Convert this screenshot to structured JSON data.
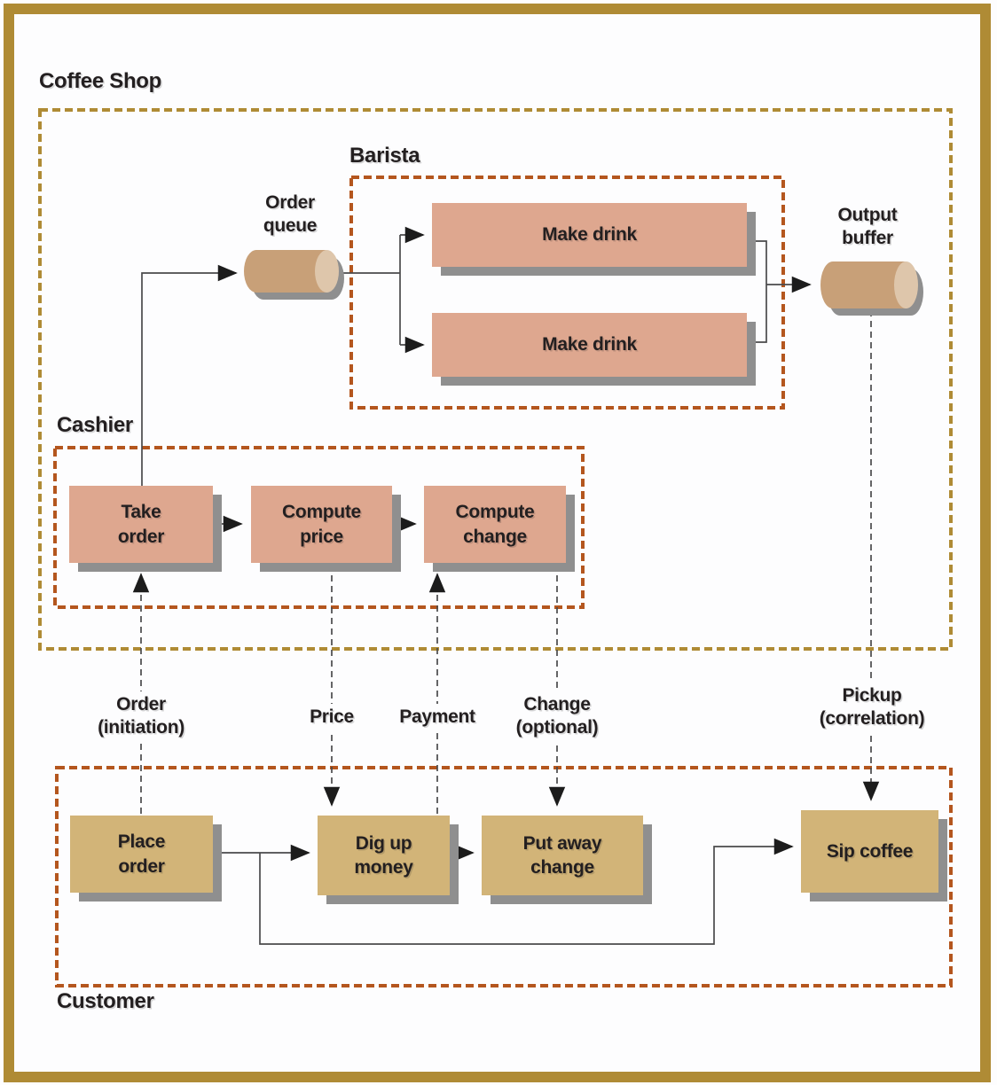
{
  "title": "Coffee Shop",
  "regions": {
    "coffee_shop": "Coffee Shop",
    "barista": "Barista",
    "cashier": "Cashier",
    "customer": "Customer"
  },
  "nodes": {
    "order_queue": "Order\nqueue",
    "output_buffer": "Output\nbuffer",
    "make_drink_1": "Make drink",
    "make_drink_2": "Make drink",
    "take_order": "Take\norder",
    "compute_price": "Compute\nprice",
    "compute_change": "Compute\nchange",
    "place_order": "Place\norder",
    "dig_up_money": "Dig up\nmoney",
    "put_away_change": "Put away\nchange",
    "sip_coffee": "Sip coffee"
  },
  "messages": {
    "order": "Order\n(initiation)",
    "price": "Price",
    "payment": "Payment",
    "change": "Change\n(optional)",
    "pickup": "Pickup\n(correlation)"
  },
  "colors": {
    "frame_gold": "#AF8B35",
    "region_orange": "#B4561E",
    "process_fill": "#DEA78F",
    "customer_fill": "#D2B478",
    "queue_fill": "#C8A078",
    "queue_cap": "#DEC6AB",
    "shadow": "#8F8F8F",
    "text": "#231F20",
    "line": "#4A4A4B"
  }
}
